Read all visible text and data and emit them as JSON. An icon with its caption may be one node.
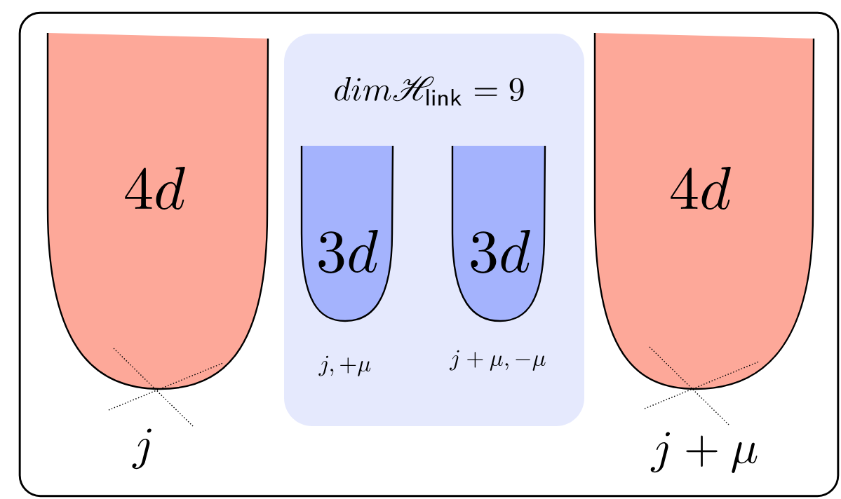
{
  "diagram": {
    "nodes": [
      {
        "text": [],
        "shape": "box"
      },
      {
        "text": [
          "4d"
        ],
        "beside": [
          "j"
        ],
        "in": 0
      },
      {
        "text": [
          "dim\\mathscr{H}_{\\mathsf{link}} = 9"
        ],
        "in": 0
      },
      {
        "text": [
          "3d"
        ],
        "beside": [
          "j, +\\mu"
        ],
        "in": 2
      },
      {
        "text": [
          "3d"
        ],
        "beside": [
          "j+\\mu, -\\mu"
        ],
        "in": 2
      },
      {
        "text": [
          "4d"
        ],
        "beside": [
          "j+\\mu"
        ],
        "in": 0
      }
    ]
  }
}
